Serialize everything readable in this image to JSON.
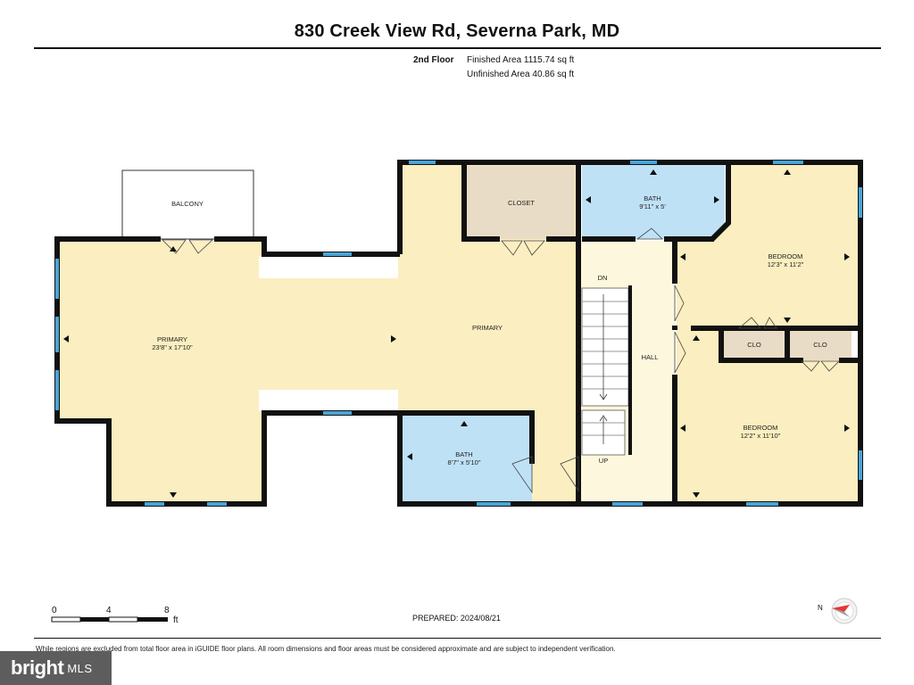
{
  "header": {
    "title": "830 Creek View Rd, Severna Park, MD",
    "floor": "2nd Floor",
    "finished_area": "Finished Area 1115.74 sq ft",
    "unfinished_area": "Unfinished Area 40.86 sq ft"
  },
  "rooms": {
    "balcony": {
      "name": "BALCONY"
    },
    "primary_left": {
      "name": "PRIMARY",
      "dims": "23'8\" x 17'10\""
    },
    "primary_center": {
      "name": "PRIMARY"
    },
    "closet": {
      "name": "CLOSET"
    },
    "bath_top": {
      "name": "BATH",
      "dims": "9'11\" x 5'"
    },
    "bath_bottom": {
      "name": "BATH",
      "dims": "8'7\" x 5'10\""
    },
    "bedroom_top": {
      "name": "BEDROOM",
      "dims": "12'3\" x 11'2\""
    },
    "bedroom_bottom": {
      "name": "BEDROOM",
      "dims": "12'2\" x 11'10\""
    },
    "clo_left": {
      "name": "CLO"
    },
    "clo_right": {
      "name": "CLO"
    },
    "hall": {
      "name": "HALL"
    },
    "stairs_dn": {
      "name": "DN"
    },
    "stairs_up": {
      "name": "UP"
    }
  },
  "scale": {
    "ticks": [
      "0",
      "4",
      "8"
    ],
    "unit": "ft"
  },
  "footer": {
    "prepared": "PREPARED: 2024/08/21",
    "disclaimer": "While regions are excluded from total floor area in iGUIDE floor plans. All room dimensions and floor areas must be considered approximate and are subject to independent verification.",
    "north_label": "N"
  },
  "logo": {
    "main": "bright",
    "sub": "MLS"
  },
  "colors": {
    "room_fill": "#fbeec0",
    "bath_fill": "#bfe1f6",
    "closet_fill": "#e9dcc6",
    "hall_fill": "#fdf7dd",
    "wall": "#111111",
    "window": "#4aa3d6"
  }
}
